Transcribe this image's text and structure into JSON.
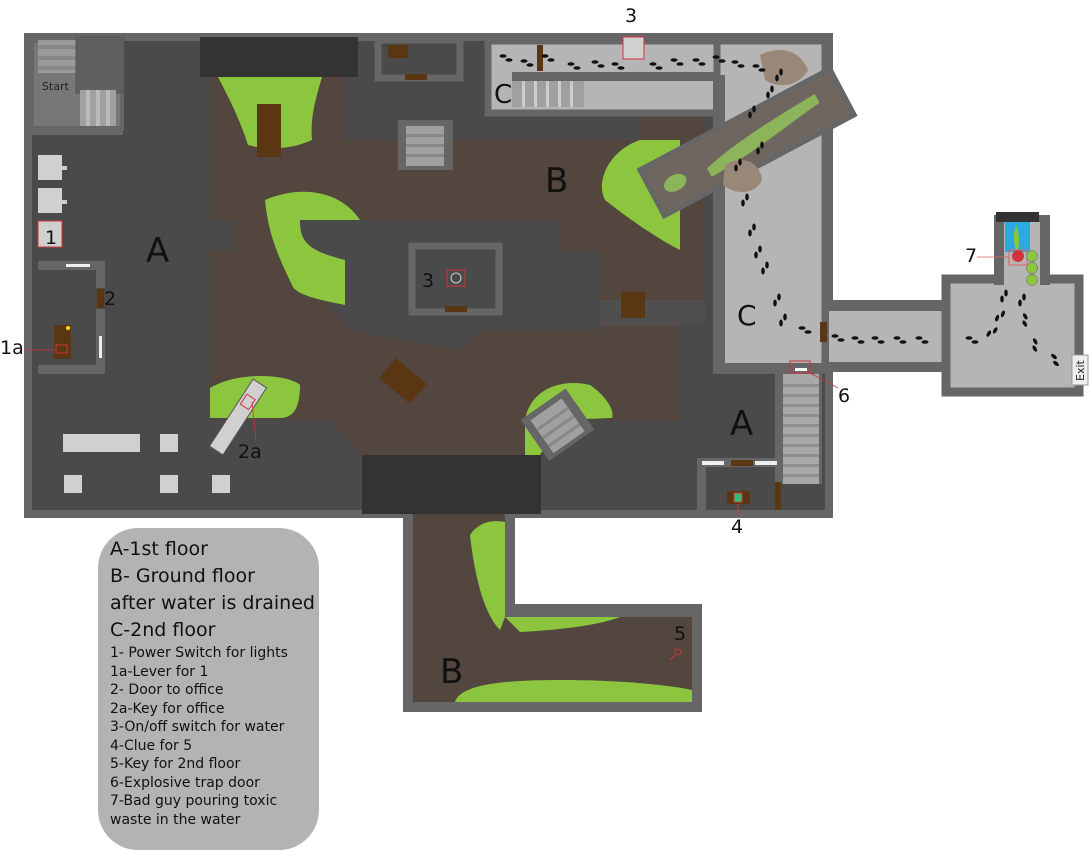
{
  "map": {
    "start_label": "Start",
    "exit_label": "Exit",
    "zones": {
      "a_left": "A",
      "a_right": "A",
      "b_top": "B",
      "b_bottom": "B",
      "c_top": "C",
      "c_right": "C"
    },
    "markers": {
      "m1": "1",
      "m1a": "1a",
      "m2": "2",
      "m2a": "2a",
      "m3_top": "3",
      "m3_center": "3",
      "m4": "4",
      "m5": "5",
      "m6": "6",
      "m7": "7"
    },
    "colors": {
      "floor_a": "#4a4a4a",
      "floor_b": "#52463f",
      "floor_c": "#b5b5b5",
      "wall": "#666666",
      "water_green": "#8cc63f",
      "door": "#5a3612",
      "marker_red": "#d0343a",
      "toxic_blue": "#29aae1"
    }
  },
  "legend": {
    "floors": [
      "A-1st floor",
      "B- Ground floor",
      "after water is drained",
      "C-2nd floor"
    ],
    "items": [
      "1- Power Switch for lights",
      "1a-Lever for 1",
      "2- Door to office",
      "2a-Key for office",
      "3-On/off switch for water",
      "4-Clue for 5",
      "5-Key for 2nd floor",
      "6-Explosive trap door",
      "7-Bad guy pouring toxic",
      "waste in the water"
    ]
  }
}
